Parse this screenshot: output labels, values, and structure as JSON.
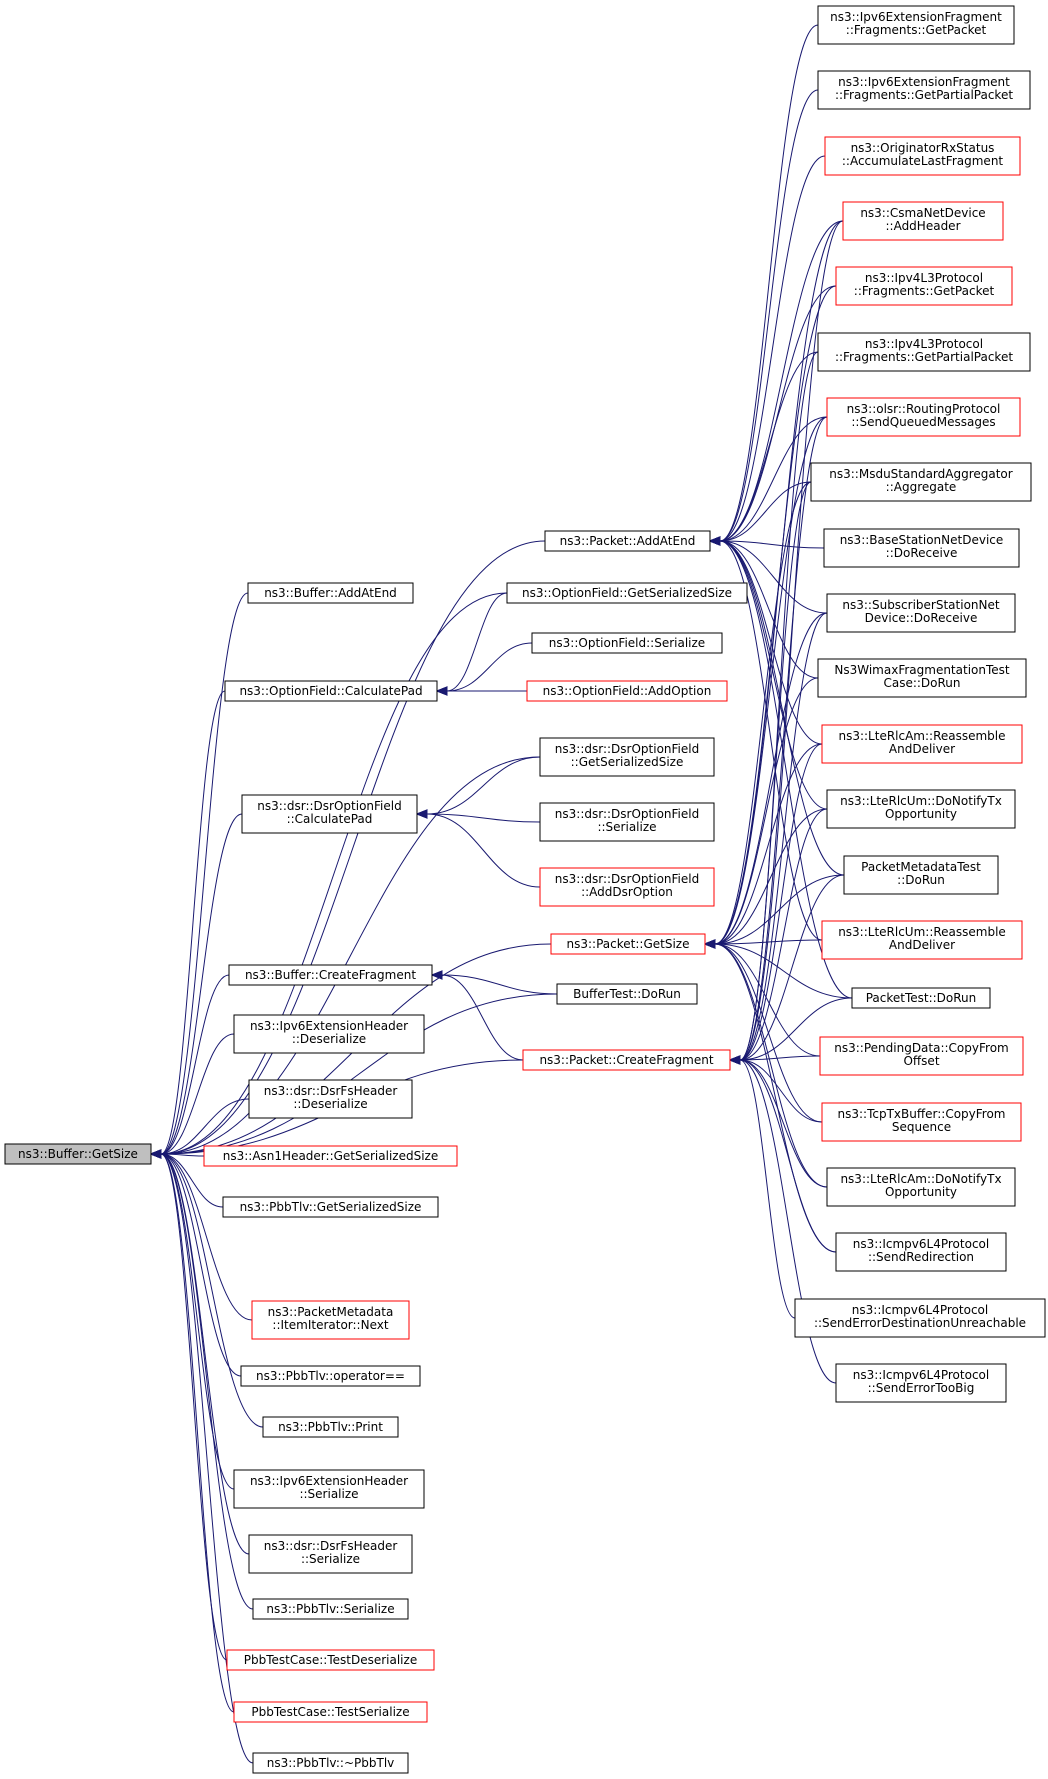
{
  "colors": {
    "edge": "#191970",
    "border_normal": "#000000",
    "border_red": "#ff0000",
    "root_fill": "#bfbfbf"
  },
  "nodes": [
    {
      "id": "getsize_root",
      "lines": [
        "ns3::Buffer::GetSize"
      ],
      "style": "root"
    },
    {
      "id": "pkt_addatend",
      "lines": [
        "ns3::Packet::AddAtEnd"
      ],
      "style": "normal"
    },
    {
      "id": "buf_addatend",
      "lines": [
        "ns3::Buffer::AddAtEnd"
      ],
      "style": "normal"
    },
    {
      "id": "opt_calcpad",
      "lines": [
        "ns3::OptionField::CalculatePad"
      ],
      "style": "normal"
    },
    {
      "id": "opt_getser",
      "lines": [
        "ns3::OptionField::GetSerializedSize"
      ],
      "style": "normal"
    },
    {
      "id": "opt_serialize",
      "lines": [
        "ns3::OptionField::Serialize"
      ],
      "style": "normal"
    },
    {
      "id": "opt_addoption",
      "lines": [
        "ns3::OptionField::AddOption"
      ],
      "style": "red"
    },
    {
      "id": "dsr_calcpad",
      "lines": [
        "ns3::dsr::DsrOptionField",
        "::CalculatePad"
      ],
      "style": "normal"
    },
    {
      "id": "dsr_getser",
      "lines": [
        "ns3::dsr::DsrOptionField",
        "::GetSerializedSize"
      ],
      "style": "normal"
    },
    {
      "id": "dsr_ser",
      "lines": [
        "ns3::dsr::DsrOptionField",
        "::Serialize"
      ],
      "style": "normal"
    },
    {
      "id": "dsr_adddsr",
      "lines": [
        "ns3::dsr::DsrOptionField",
        "::AddDsrOption"
      ],
      "style": "red"
    },
    {
      "id": "pkt_getsize",
      "lines": [
        "ns3::Packet::GetSize"
      ],
      "style": "red"
    },
    {
      "id": "buf_createfrag",
      "lines": [
        "ns3::Buffer::CreateFragment"
      ],
      "style": "normal"
    },
    {
      "id": "buffertest",
      "lines": [
        "BufferTest::DoRun"
      ],
      "style": "normal"
    },
    {
      "id": "pkt_createfrag",
      "lines": [
        "ns3::Packet::CreateFragment"
      ],
      "style": "red"
    },
    {
      "id": "ipv6exthdr_deser",
      "lines": [
        "ns3::Ipv6ExtensionHeader",
        "::Deserialize"
      ],
      "style": "normal"
    },
    {
      "id": "dsrfs_deser",
      "lines": [
        "ns3::dsr::DsrFsHeader",
        "::Deserialize"
      ],
      "style": "normal"
    },
    {
      "id": "asn1",
      "lines": [
        "ns3::Asn1Header::GetSerializedSize"
      ],
      "style": "red"
    },
    {
      "id": "pbbtlv_getser",
      "lines": [
        "ns3::PbbTlv::GetSerializedSize"
      ],
      "style": "normal"
    },
    {
      "id": "pktmeta_next",
      "lines": [
        "ns3::PacketMetadata",
        "::ItemIterator::Next"
      ],
      "style": "red"
    },
    {
      "id": "pbbtlv_eq",
      "lines": [
        "ns3::PbbTlv::operator=="
      ],
      "style": "normal"
    },
    {
      "id": "pbbtlv_print",
      "lines": [
        "ns3::PbbTlv::Print"
      ],
      "style": "normal"
    },
    {
      "id": "ipv6exthdr_ser",
      "lines": [
        "ns3::Ipv6ExtensionHeader",
        "::Serialize"
      ],
      "style": "normal"
    },
    {
      "id": "dsrfs_ser",
      "lines": [
        "ns3::dsr::DsrFsHeader",
        "::Serialize"
      ],
      "style": "normal"
    },
    {
      "id": "pbbtlv_ser",
      "lines": [
        "ns3::PbbTlv::Serialize"
      ],
      "style": "normal"
    },
    {
      "id": "pbbtc_deser",
      "lines": [
        "PbbTestCase::TestDeserialize"
      ],
      "style": "red"
    },
    {
      "id": "pbbtc_ser",
      "lines": [
        "PbbTestCase::TestSerialize"
      ],
      "style": "red"
    },
    {
      "id": "pbbtlv_dtor",
      "lines": [
        "ns3::PbbTlv::~PbbTlv"
      ],
      "style": "normal"
    },
    {
      "id": "ipv6frag_getpacket",
      "lines": [
        "ns3::Ipv6ExtensionFragment",
        "::Fragments::GetPacket"
      ],
      "style": "normal"
    },
    {
      "id": "ipv6frag_getpartial",
      "lines": [
        "ns3::Ipv6ExtensionFragment",
        "::Fragments::GetPartialPacket"
      ],
      "style": "normal"
    },
    {
      "id": "originator",
      "lines": [
        "ns3::OriginatorRxStatus",
        "::AccumulateLastFragment"
      ],
      "style": "red"
    },
    {
      "id": "csma_addheader",
      "lines": [
        "ns3::CsmaNetDevice",
        "::AddHeader"
      ],
      "style": "red"
    },
    {
      "id": "ipv4frag_getpacket",
      "lines": [
        "ns3::Ipv4L3Protocol",
        "::Fragments::GetPacket"
      ],
      "style": "red"
    },
    {
      "id": "ipv4frag_getpartial",
      "lines": [
        "ns3::Ipv4L3Protocol",
        "::Fragments::GetPartialPacket"
      ],
      "style": "normal"
    },
    {
      "id": "olsr_sendqueued",
      "lines": [
        "ns3::olsr::RoutingProtocol",
        "::SendQueuedMessages"
      ],
      "style": "red"
    },
    {
      "id": "msdu_aggregate",
      "lines": [
        "ns3::MsduStandardAggregator",
        "::Aggregate"
      ],
      "style": "normal"
    },
    {
      "id": "bs_doreceive",
      "lines": [
        "ns3::BaseStationNetDevice",
        "::DoReceive"
      ],
      "style": "normal"
    },
    {
      "id": "ss_doreceive",
      "lines": [
        "ns3::SubscriberStationNet",
        "Device::DoReceive"
      ],
      "style": "normal"
    },
    {
      "id": "wimax_frag",
      "lines": [
        "Ns3WimaxFragmentationTest",
        "Case::DoRun"
      ],
      "style": "normal"
    },
    {
      "id": "rlcam_reassemble",
      "lines": [
        "ns3::LteRlcAm::Reassemble",
        "AndDeliver"
      ],
      "style": "red"
    },
    {
      "id": "rlcum_notify",
      "lines": [
        "ns3::LteRlcUm::DoNotifyTx",
        "Opportunity"
      ],
      "style": "normal"
    },
    {
      "id": "pktmeta_test",
      "lines": [
        "PacketMetadataTest",
        "::DoRun"
      ],
      "style": "normal"
    },
    {
      "id": "rlcum_reassemble",
      "lines": [
        "ns3::LteRlcUm::Reassemble",
        "AndDeliver"
      ],
      "style": "red"
    },
    {
      "id": "packettest",
      "lines": [
        "PacketTest::DoRun"
      ],
      "style": "normal"
    },
    {
      "id": "pending_copy",
      "lines": [
        "ns3::PendingData::CopyFrom",
        "Offset"
      ],
      "style": "red"
    },
    {
      "id": "tcptx_copy",
      "lines": [
        "ns3::TcpTxBuffer::CopyFrom",
        "Sequence"
      ],
      "style": "red"
    },
    {
      "id": "rlcam_notify",
      "lines": [
        "ns3::LteRlcAm::DoNotifyTx",
        "Opportunity"
      ],
      "style": "normal"
    },
    {
      "id": "icmp_redirect",
      "lines": [
        "ns3::Icmpv6L4Protocol",
        "::SendRedirection"
      ],
      "style": "normal"
    },
    {
      "id": "icmp_unreach",
      "lines": [
        "ns3::Icmpv6L4Protocol",
        "::SendErrorDestinationUnreachable"
      ],
      "style": "normal"
    },
    {
      "id": "icmp_toobig",
      "lines": [
        "ns3::Icmpv6L4Protocol",
        "::SendErrorTooBig"
      ],
      "style": "normal"
    }
  ],
  "edges": [
    [
      "getsize_root",
      "pkt_addatend"
    ],
    [
      "getsize_root",
      "buf_addatend"
    ],
    [
      "getsize_root",
      "opt_calcpad"
    ],
    [
      "getsize_root",
      "opt_getser"
    ],
    [
      "getsize_root",
      "dsr_calcpad"
    ],
    [
      "getsize_root",
      "dsr_getser"
    ],
    [
      "getsize_root",
      "pkt_getsize"
    ],
    [
      "getsize_root",
      "buf_createfrag"
    ],
    [
      "getsize_root",
      "buffertest"
    ],
    [
      "getsize_root",
      "pkt_createfrag"
    ],
    [
      "getsize_root",
      "ipv6exthdr_deser"
    ],
    [
      "getsize_root",
      "dsrfs_deser"
    ],
    [
      "getsize_root",
      "asn1"
    ],
    [
      "getsize_root",
      "pbbtlv_getser"
    ],
    [
      "getsize_root",
      "pktmeta_next"
    ],
    [
      "getsize_root",
      "pbbtlv_eq"
    ],
    [
      "getsize_root",
      "pbbtlv_print"
    ],
    [
      "getsize_root",
      "ipv6exthdr_ser"
    ],
    [
      "getsize_root",
      "dsrfs_ser"
    ],
    [
      "getsize_root",
      "pbbtlv_ser"
    ],
    [
      "getsize_root",
      "pbbtc_deser"
    ],
    [
      "getsize_root",
      "pbbtc_ser"
    ],
    [
      "getsize_root",
      "pbbtlv_dtor"
    ],
    [
      "opt_calcpad",
      "opt_getser"
    ],
    [
      "opt_calcpad",
      "opt_serialize"
    ],
    [
      "opt_calcpad",
      "opt_addoption"
    ],
    [
      "dsr_calcpad",
      "dsr_getser"
    ],
    [
      "dsr_calcpad",
      "dsr_ser"
    ],
    [
      "dsr_calcpad",
      "dsr_adddsr"
    ],
    [
      "buf_createfrag",
      "buffertest"
    ],
    [
      "buf_createfrag",
      "pkt_createfrag"
    ],
    [
      "pkt_addatend",
      "ipv6frag_getpacket"
    ],
    [
      "pkt_addatend",
      "ipv6frag_getpartial"
    ],
    [
      "pkt_addatend",
      "originator"
    ],
    [
      "pkt_addatend",
      "csma_addheader"
    ],
    [
      "pkt_addatend",
      "ipv4frag_getpacket"
    ],
    [
      "pkt_addatend",
      "ipv4frag_getpartial"
    ],
    [
      "pkt_addatend",
      "olsr_sendqueued"
    ],
    [
      "pkt_addatend",
      "msdu_aggregate"
    ],
    [
      "pkt_addatend",
      "bs_doreceive"
    ],
    [
      "pkt_addatend",
      "ss_doreceive"
    ],
    [
      "pkt_addatend",
      "wimax_frag"
    ],
    [
      "pkt_addatend",
      "rlcam_reassemble"
    ],
    [
      "pkt_addatend",
      "rlcum_notify"
    ],
    [
      "pkt_addatend",
      "pktmeta_test"
    ],
    [
      "pkt_addatend",
      "rlcum_reassemble"
    ],
    [
      "pkt_addatend",
      "packettest"
    ],
    [
      "pkt_getsize",
      "csma_addheader"
    ],
    [
      "pkt_getsize",
      "ipv4frag_getpacket"
    ],
    [
      "pkt_getsize",
      "olsr_sendqueued"
    ],
    [
      "pkt_getsize",
      "msdu_aggregate"
    ],
    [
      "pkt_getsize",
      "ss_doreceive"
    ],
    [
      "pkt_getsize",
      "wimax_frag"
    ],
    [
      "pkt_getsize",
      "rlcam_reassemble"
    ],
    [
      "pkt_getsize",
      "rlcum_notify"
    ],
    [
      "pkt_getsize",
      "pktmeta_test"
    ],
    [
      "pkt_getsize",
      "rlcum_reassemble"
    ],
    [
      "pkt_getsize",
      "packettest"
    ],
    [
      "pkt_getsize",
      "pending_copy"
    ],
    [
      "pkt_getsize",
      "tcptx_copy"
    ],
    [
      "pkt_getsize",
      "rlcam_notify"
    ],
    [
      "pkt_getsize",
      "icmp_redirect"
    ],
    [
      "pkt_createfrag",
      "csma_addheader"
    ],
    [
      "pkt_createfrag",
      "ipv4frag_getpartial"
    ],
    [
      "pkt_createfrag",
      "olsr_sendqueued"
    ],
    [
      "pkt_createfrag",
      "msdu_aggregate"
    ],
    [
      "pkt_createfrag",
      "ss_doreceive"
    ],
    [
      "pkt_createfrag",
      "rlcam_reassemble"
    ],
    [
      "pkt_createfrag",
      "rlcum_notify"
    ],
    [
      "pkt_createfrag",
      "pktmeta_test"
    ],
    [
      "pkt_createfrag",
      "packettest"
    ],
    [
      "pkt_createfrag",
      "pending_copy"
    ],
    [
      "pkt_createfrag",
      "tcptx_copy"
    ],
    [
      "pkt_createfrag",
      "rlcam_notify"
    ],
    [
      "pkt_createfrag",
      "icmp_redirect"
    ],
    [
      "pkt_createfrag",
      "icmp_unreach"
    ],
    [
      "pkt_createfrag",
      "icmp_toobig"
    ]
  ]
}
